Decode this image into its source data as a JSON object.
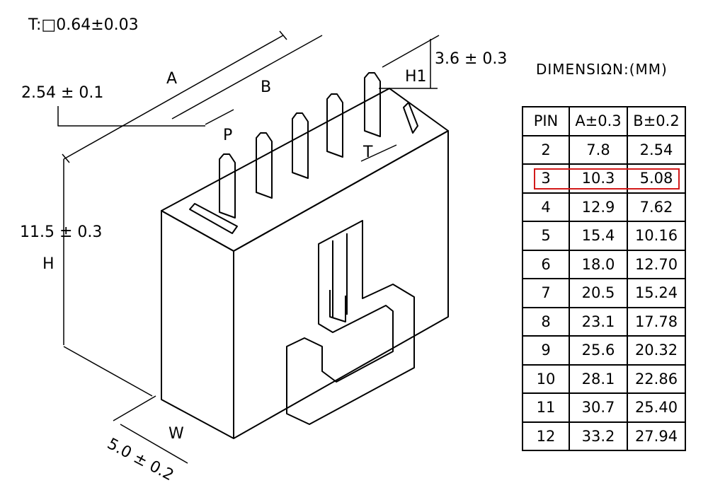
{
  "diagram": {
    "thickness_label": "T:□0.64±0.03",
    "pitch_tol_label": "2.54 ± 0.1",
    "dim_A": "A",
    "dim_B": "B",
    "dim_P": "P",
    "dim_T": "T",
    "dim_H1": "H1",
    "h1_value": "3.6 ± 0.3",
    "height_value": "11.5 ± 0.3",
    "dim_H": "H",
    "dim_W": "W",
    "width_value": "5.0 ± 0.2"
  },
  "table": {
    "title": "DIMENSIΩN:(MM)",
    "headers": [
      "PIN",
      "A±0.3",
      "B±0.2"
    ],
    "rows": [
      [
        "2",
        "7.8",
        "2.54"
      ],
      [
        "3",
        "10.3",
        "5.08"
      ],
      [
        "4",
        "12.9",
        "7.62"
      ],
      [
        "5",
        "15.4",
        "10.16"
      ],
      [
        "6",
        "18.0",
        "12.70"
      ],
      [
        "7",
        "20.5",
        "15.24"
      ],
      [
        "8",
        "23.1",
        "17.78"
      ],
      [
        "9",
        "25.6",
        "20.32"
      ],
      [
        "10",
        "28.1",
        "22.86"
      ],
      [
        "11",
        "30.7",
        "25.40"
      ],
      [
        "12",
        "33.2",
        "27.94"
      ]
    ],
    "highlight_row_index": 1,
    "highlight_color": "#d21a1a"
  }
}
